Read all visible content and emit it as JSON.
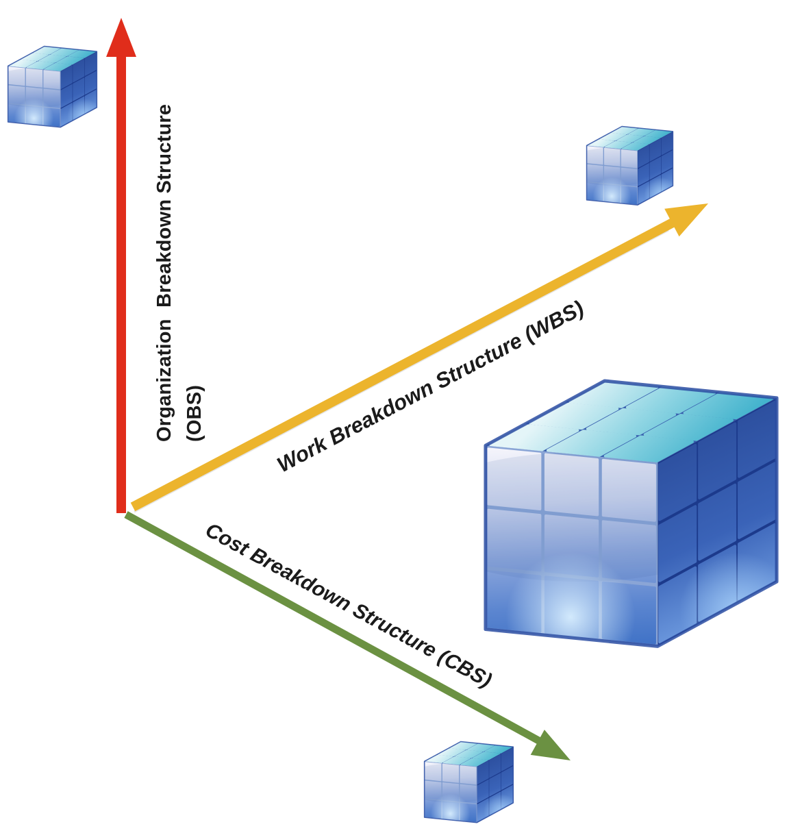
{
  "figure": {
    "background_color": "#ffffff",
    "text_color": "#1b1b1b"
  },
  "axes": {
    "obs": {
      "label_line1": "Organization  Breakdown Structure",
      "label_line2": "(OBS)",
      "color": "#e02d1b"
    },
    "wbs": {
      "label": "Work Breakdown Structure (WBS)",
      "color": "#ecb42d"
    },
    "cbs": {
      "label": "Cost Breakdown Structure (CBS)",
      "color": "#6b9142"
    }
  },
  "icons": {
    "center_cube": "3d-data-cube-large",
    "obs_axis_cube": "3d-data-cube-small",
    "wbs_axis_cube": "3d-data-cube-small",
    "cbs_axis_cube": "3d-data-cube-small"
  }
}
